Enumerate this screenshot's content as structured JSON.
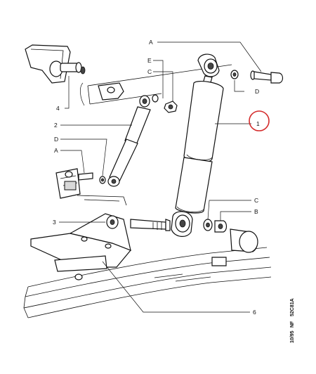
{
  "callouts": {
    "a_top": "A",
    "e_top": "E",
    "c_top": "C",
    "d_top": "D",
    "one": "1",
    "four": "4",
    "two": "2",
    "d_left": "D",
    "a_left": "A",
    "c_right": "C",
    "b_right": "B",
    "three": "3",
    "six": "6"
  },
  "reference": {
    "date": "10/95",
    "nf": "NF",
    "code": "52C81A"
  },
  "highlight_color": "#d42b2b"
}
